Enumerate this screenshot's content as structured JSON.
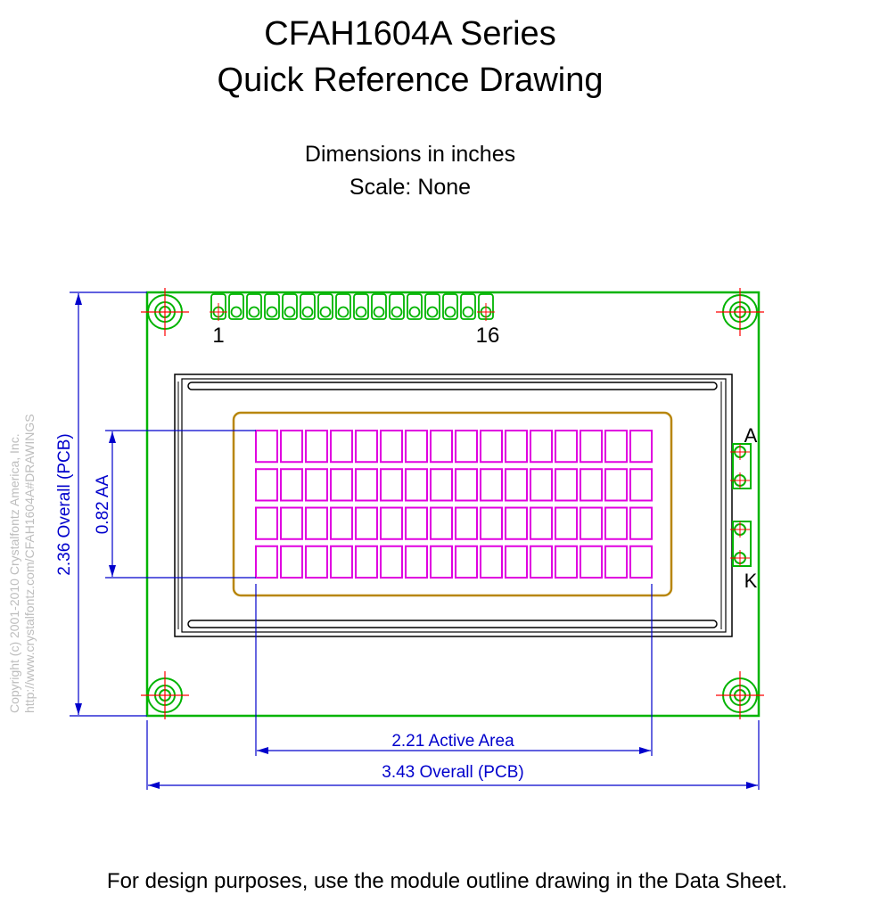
{
  "title": {
    "line1": "CFAH1604A Series",
    "line2": "Quick Reference Drawing"
  },
  "subtitle": {
    "line1": "Dimensions in inches",
    "line2": "Scale: None"
  },
  "footer": "For design purposes, use the module outline drawing in the Data Sheet.",
  "copyright": {
    "line1": "Copyright (c) 2001-2010 Crystalfontz America, Inc.",
    "line2": "http://www.crystalfontz.com/CFAH1604A#DRAWINGS"
  },
  "pins": {
    "first_label": "1",
    "last_label": "16",
    "count": 16
  },
  "backlight": {
    "anode_label": "A",
    "cathode_label": "K"
  },
  "dimensions": {
    "overall_width": "3.43 Overall (PCB)",
    "overall_height": "2.36 Overall (PCB)",
    "active_width": "2.21 Active Area",
    "active_height": "0.82 AA"
  },
  "display": {
    "rows": 4,
    "columns": 16
  },
  "colors": {
    "pcb": "#00b400",
    "dimension": "#0000cc",
    "bezel": "#000000",
    "viewing_area": "#b8860b",
    "characters": "#e000e0",
    "crosshair": "#ff0000",
    "copyright": "#bdbdbd"
  }
}
